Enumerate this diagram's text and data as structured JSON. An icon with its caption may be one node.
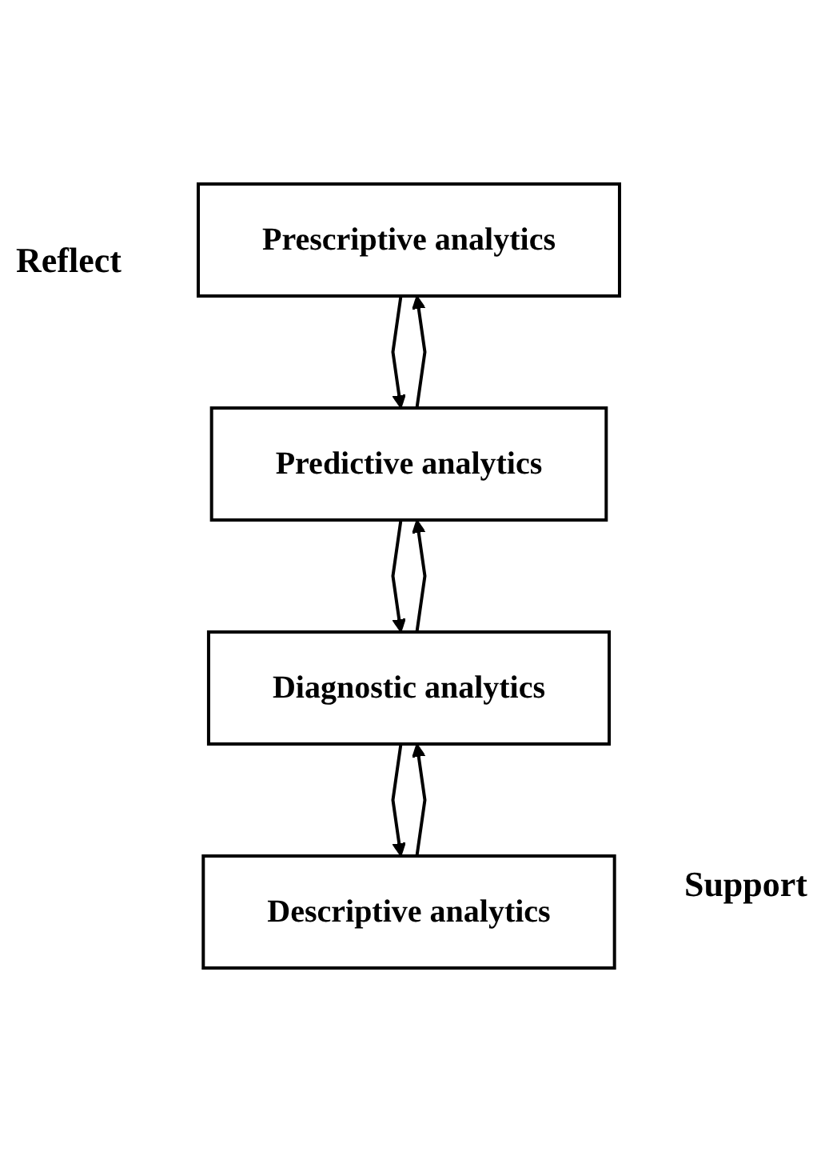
{
  "diagram": {
    "nodes": [
      {
        "text": [
          "Prescriptive analytics"
        ]
      },
      {
        "text": [
          "Predictive analytics"
        ]
      },
      {
        "text": [
          "Diagnostic analytics"
        ]
      },
      {
        "text": [
          "Descriptive analytics"
        ]
      }
    ],
    "edges": [
      {
        "from": 0,
        "to": 1,
        "arrow": "to"
      },
      {
        "from": 1,
        "to": 0,
        "arrow": "to"
      },
      {
        "from": 1,
        "to": 2,
        "arrow": "to"
      },
      {
        "from": 2,
        "to": 1,
        "arrow": "to"
      },
      {
        "from": 2,
        "to": 3,
        "arrow": "to"
      },
      {
        "from": 3,
        "to": 2,
        "arrow": "to"
      }
    ],
    "labels": [
      "Reflect",
      "Support"
    ]
  }
}
